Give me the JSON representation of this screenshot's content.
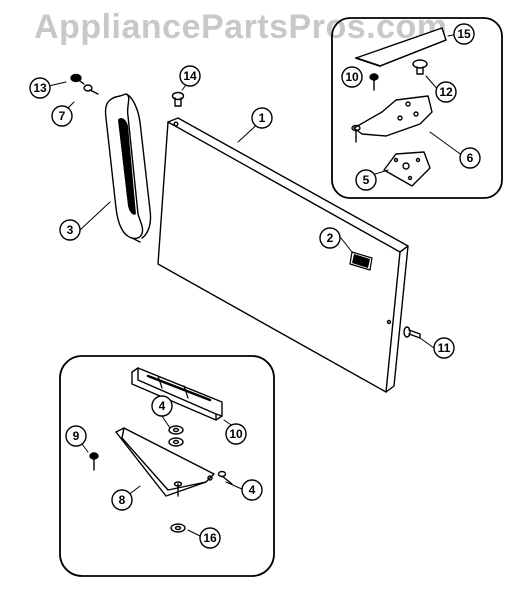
{
  "watermark": "AppliancePartsPros.com",
  "callouts": [
    "1",
    "2",
    "3",
    "4",
    "4",
    "5",
    "6",
    "7",
    "8",
    "9",
    "10",
    "10",
    "11",
    "12",
    "13",
    "14",
    "15",
    "16"
  ],
  "colors": {
    "line": "#000000",
    "background": "#ffffff",
    "watermark": "#c8c8c8"
  }
}
